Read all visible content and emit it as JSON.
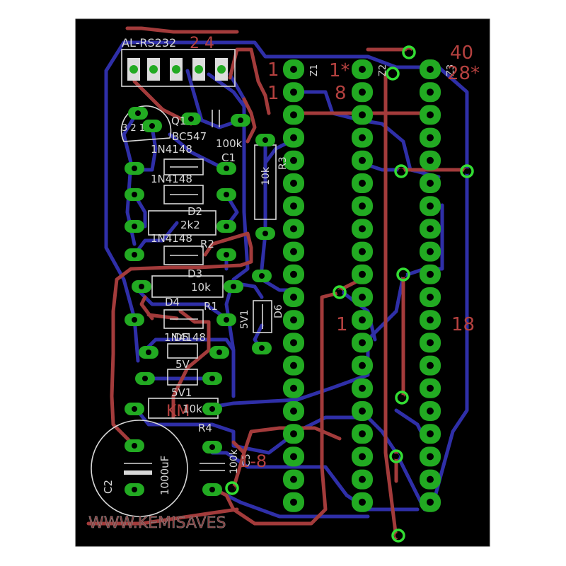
{
  "labels": {
    "connector": "AL-RS232",
    "conn_pins": "2  4",
    "q1": "Q1",
    "q1_pins": "3 2 1",
    "bc547": "BC547",
    "cap_100k": "100k",
    "c1": "C1",
    "d_1n4148_top": "1N4148",
    "d_1n4148_top2": "1N4148",
    "d2": "D2",
    "r_2k2": "2k2",
    "d_1n4148_mid": "1N4148",
    "r2": "R2",
    "d3": "D3",
    "r_10k_a": "10k",
    "d4": "D4",
    "r1": "R1",
    "r3": "R3",
    "r3_val": "10k",
    "z_5v1": "5V1",
    "d6": "D6",
    "d_1n4148_low": "1N4148",
    "d5": "D5",
    "d5_5v": "5V",
    "d5_5v1": "5V1",
    "km": "KM",
    "r_10k_b": "10k",
    "r4": "R4",
    "c2": "C2",
    "c2_val": "1000uF",
    "c3": "C3",
    "c3_val": "100k",
    "num_1a": "1",
    "num_1b": "1",
    "z1": "Z1",
    "z2": "Z2",
    "z3": "Z3",
    "num_1star": "1*",
    "num_8": "8",
    "num_40": "40",
    "num_28star": "28*",
    "num_1c": "1",
    "num_18": "18",
    "num_1_8": "1-8",
    "url": "WWW.KEMISAVES"
  }
}
